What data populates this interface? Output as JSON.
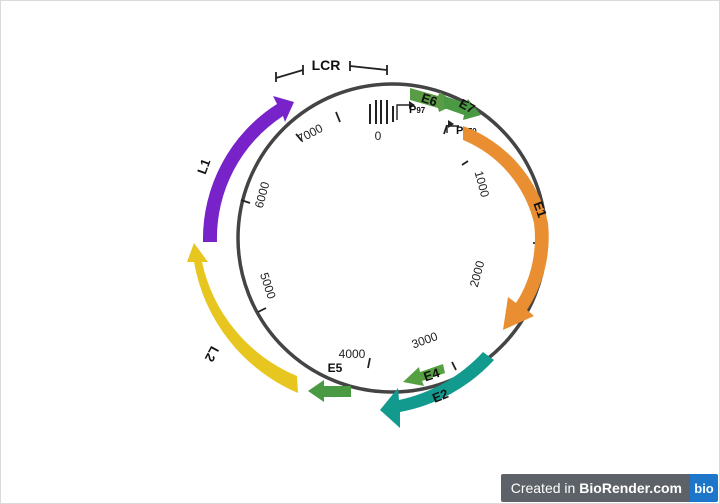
{
  "diagram": {
    "origin": "0",
    "ticks": [
      "1000",
      "2000",
      "3000",
      "4000",
      "5000",
      "6000",
      "7000"
    ],
    "lcr": "LCR",
    "promoters": [
      {
        "letter": "P",
        "sub": "97"
      },
      {
        "letter": "P",
        "sub": "670"
      }
    ],
    "genes": [
      {
        "id": "E6",
        "label": "E6",
        "color": "#5a9b45"
      },
      {
        "id": "E7",
        "label": "E7",
        "color": "#4a9a43"
      },
      {
        "id": "E1",
        "label": "E1",
        "color": "#e98e31"
      },
      {
        "id": "E2",
        "label": "E2",
        "color": "#129a8f"
      },
      {
        "id": "E4",
        "label": "E4",
        "color": "#55a040"
      },
      {
        "id": "E5",
        "label": "E5",
        "color": "#4a9a43"
      },
      {
        "id": "L2",
        "label": "L2",
        "color": "#e8c620"
      },
      {
        "id": "L1",
        "label": "L1",
        "color": "#7822c9"
      }
    ]
  },
  "badge": {
    "created_in": "Created in",
    "brand": "BioRender.com",
    "logo": "bio"
  }
}
